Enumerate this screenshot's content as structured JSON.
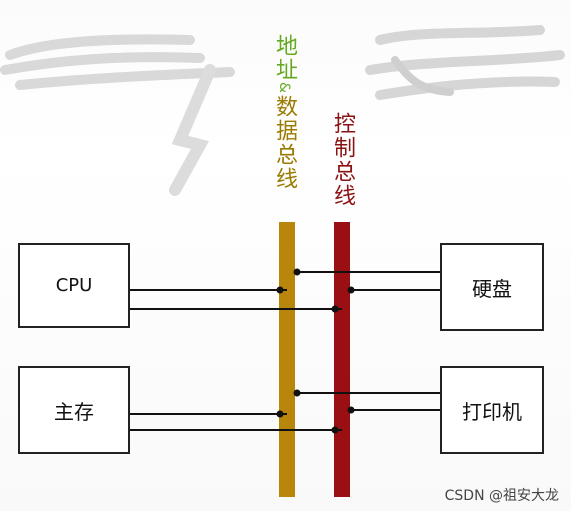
{
  "diagram": {
    "bus_labels": {
      "address_data_part1": "地址",
      "address_data_amp": "&",
      "address_data_part2": "数据总线",
      "control": "控制总线"
    },
    "devices": {
      "cpu": "CPU",
      "main_memory": "主存",
      "hard_disk": "硬盘",
      "printer": "打印机"
    },
    "colors": {
      "address_data_bus": "#b8860b",
      "control_bus": "#990f12",
      "wire": "#111111"
    }
  },
  "watermark": "CSDN @祖安大龙"
}
